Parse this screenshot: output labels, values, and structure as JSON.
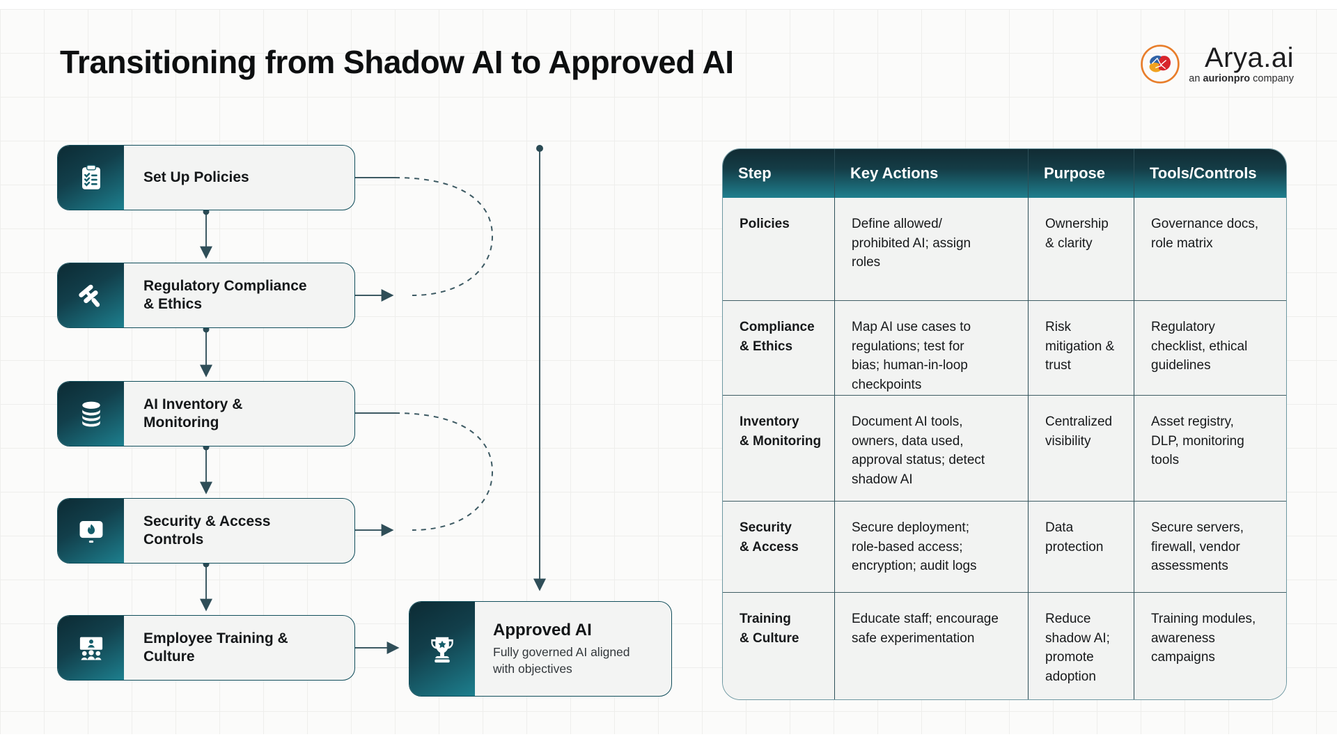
{
  "page": {
    "title": "Transitioning from Shadow AI to Approved AI"
  },
  "logo": {
    "name": "Arya.ai",
    "tagline_prefix": "an",
    "tagline_bold": "aurionpro",
    "tagline_suffix": "company"
  },
  "flow": {
    "steps": [
      {
        "label": "Set Up Policies",
        "icon": "clipboard-checklist-icon"
      },
      {
        "label": "Regulatory Compliance\n& Ethics",
        "icon": "gavel-icon"
      },
      {
        "label": "AI Inventory &\nMonitoring",
        "icon": "database-icon"
      },
      {
        "label": "Security & Access\nControls",
        "icon": "firewall-monitor-icon"
      },
      {
        "label": "Employee Training &\nCulture",
        "icon": "training-presentation-icon"
      }
    ],
    "result": {
      "title": "Approved AI",
      "description": "Fully governed AI aligned\nwith objectives",
      "icon": "trophy-icon"
    }
  },
  "table": {
    "headers": [
      "Step",
      "Key Actions",
      "Purpose",
      "Tools/Controls"
    ],
    "rows": [
      {
        "step": "Policies",
        "key_actions": "Define allowed/\nprohibited AI; assign\nroles",
        "purpose": "Ownership\n& clarity",
        "tools_controls": "Governance docs,\nrole matrix"
      },
      {
        "step": "Compliance\n& Ethics",
        "key_actions": "Map AI use cases to\nregulations; test for\nbias; human-in-loop\ncheckpoints",
        "purpose": "Risk\nmitigation &\ntrust",
        "tools_controls": "Regulatory\nchecklist, ethical\nguidelines"
      },
      {
        "step": "Inventory\n& Monitoring",
        "key_actions": "Document AI tools,\nowners, data used,\napproval status; detect\nshadow AI",
        "purpose": "Centralized\nvisibility",
        "tools_controls": "Asset registry,\nDLP, monitoring\ntools"
      },
      {
        "step": "Security\n& Access",
        "key_actions": "Secure deployment;\nrole-based access;\nencryption; audit logs",
        "purpose": "Data\nprotection",
        "tools_controls": "Secure servers,\nfirewall, vendor\nassessments"
      },
      {
        "step": "Training\n& Culture",
        "key_actions": "Educate staff; encourage\nsafe experimentation",
        "purpose": "Reduce\nshadow AI;\npromote\nadoption",
        "tools_controls": "Training modules,\nawareness\ncampaigns"
      }
    ]
  },
  "colors": {
    "teal_dark": "#12303a",
    "teal_bright": "#21828f",
    "connector": "#3d5a63",
    "box_border": "#114e5b",
    "box_bg": "#f3f4f3",
    "logo_orange": "#e87e2b"
  }
}
